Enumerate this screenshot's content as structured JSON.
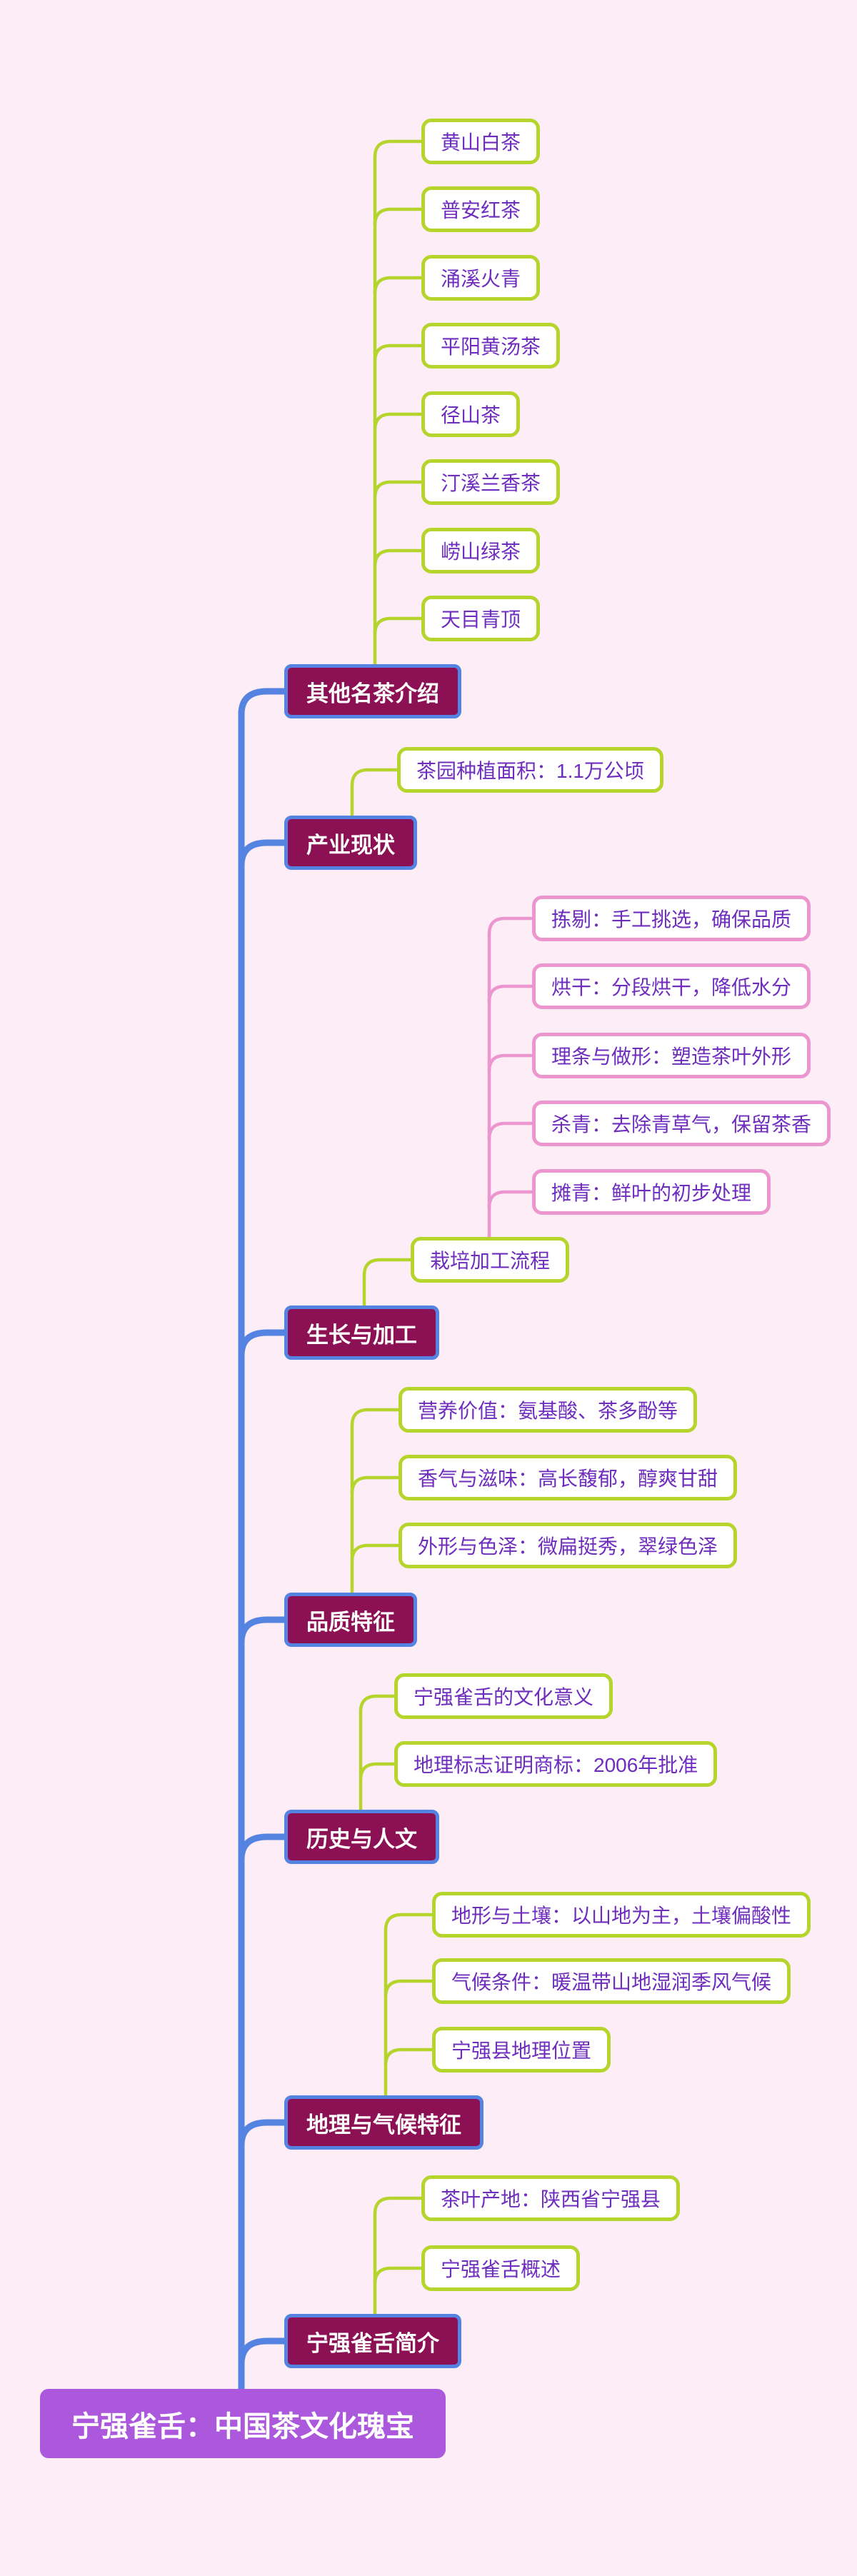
{
  "palette": {
    "background": "#fcedf6",
    "branch_blue": "#5483e2",
    "topic_fill": "#8c1054",
    "topic_text": "#ffffff",
    "leaf_border_green": "#b5d42c",
    "pink_border": "#ec96d0",
    "node_text_purple": "#6f2dbe",
    "root_fill": "#ab58dc",
    "root_text": "#ffffff",
    "leaf_fill": "#ffffff"
  },
  "root": {
    "label": "宁强雀舌：中国茶文化瑰宝"
  },
  "topics": [
    {
      "label": "其他名茶介绍",
      "children": [
        {
          "label": "黄山白茶"
        },
        {
          "label": "普安红茶"
        },
        {
          "label": "涌溪火青"
        },
        {
          "label": "平阳黄汤茶"
        },
        {
          "label": "径山茶"
        },
        {
          "label": "汀溪兰香茶"
        },
        {
          "label": "崂山绿茶"
        },
        {
          "label": "天目青顶"
        }
      ]
    },
    {
      "label": "产业现状",
      "children": [
        {
          "label": "茶园种植面积：1.1万公顷"
        }
      ]
    },
    {
      "label": "生长与加工",
      "children": [
        {
          "label": "栽培加工流程",
          "children": [
            {
              "label": "拣剔：手工挑选，确保品质"
            },
            {
              "label": "烘干：分段烘干，降低水分"
            },
            {
              "label": "理条与做形：塑造茶叶外形"
            },
            {
              "label": "杀青：去除青草气，保留茶香"
            },
            {
              "label": "摊青：鲜叶的初步处理"
            }
          ]
        }
      ]
    },
    {
      "label": "品质特征",
      "children": [
        {
          "label": "营养价值：氨基酸、茶多酚等"
        },
        {
          "label": "香气与滋味：高长馥郁，醇爽甘甜"
        },
        {
          "label": "外形与色泽：微扁挺秀，翠绿色泽"
        }
      ]
    },
    {
      "label": "历史与人文",
      "children": [
        {
          "label": "宁强雀舌的文化意义"
        },
        {
          "label": "地理标志证明商标：2006年批准"
        }
      ]
    },
    {
      "label": "地理与气候特征",
      "children": [
        {
          "label": "地形与土壤：以山地为主，土壤偏酸性"
        },
        {
          "label": "气候条件：暖温带山地湿润季风气候"
        },
        {
          "label": "宁强县地理位置"
        }
      ]
    },
    {
      "label": "宁强雀舌简介",
      "children": [
        {
          "label": "茶叶产地：陕西省宁强县"
        },
        {
          "label": "宁强雀舌概述"
        }
      ]
    }
  ]
}
